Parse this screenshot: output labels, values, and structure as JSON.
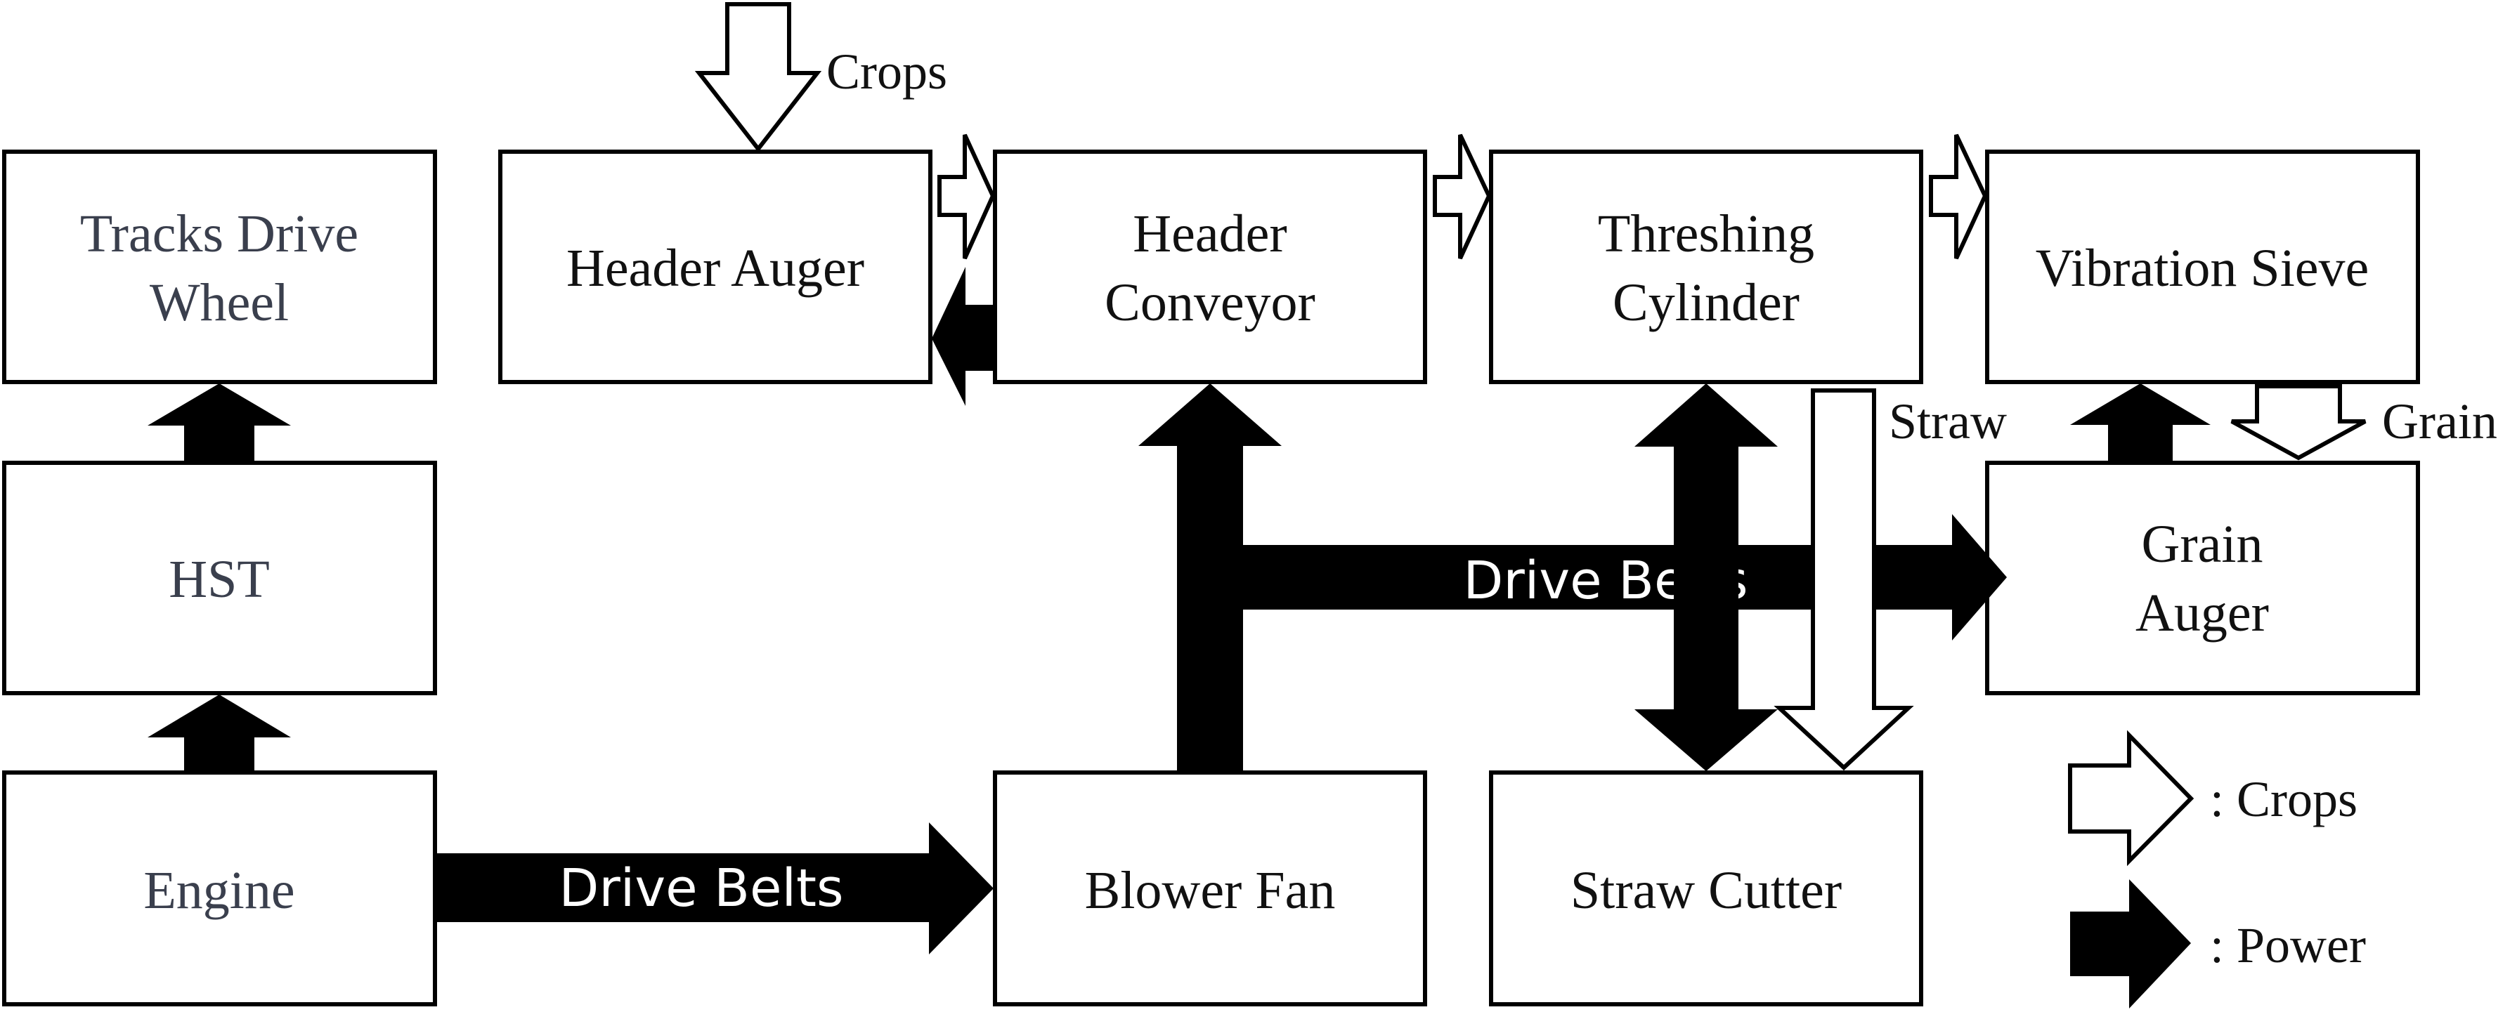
{
  "colors": {
    "line": "#000000",
    "power": "#000000",
    "crop_fill": "#ffffff",
    "left_text": "#3a3f4d",
    "text": "#111111"
  },
  "boxes": {
    "tracks_drive_wheel": [
      "Tracks Drive",
      "Wheel"
    ],
    "hst": [
      "HST"
    ],
    "engine": [
      "Engine"
    ],
    "header_auger": [
      "Header Auger"
    ],
    "header_conveyor": [
      "Header",
      "Conveyor"
    ],
    "threshing_cylinder": [
      "Threshing",
      "Cylinder"
    ],
    "vibration_sieve": [
      "Vibration Sieve"
    ],
    "grain_auger": [
      "Grain",
      "Auger"
    ],
    "blower_fan": [
      "Blower Fan"
    ],
    "straw_cutter": [
      "Straw Cutter"
    ]
  },
  "flow_labels": {
    "crops": "Crops",
    "straw": "Straw",
    "grain": "Grain"
  },
  "belts": {
    "lower": "Drive Belts",
    "upper": "Drive Belts"
  },
  "legend": {
    "crops": ": Crops",
    "power": ": Power"
  }
}
